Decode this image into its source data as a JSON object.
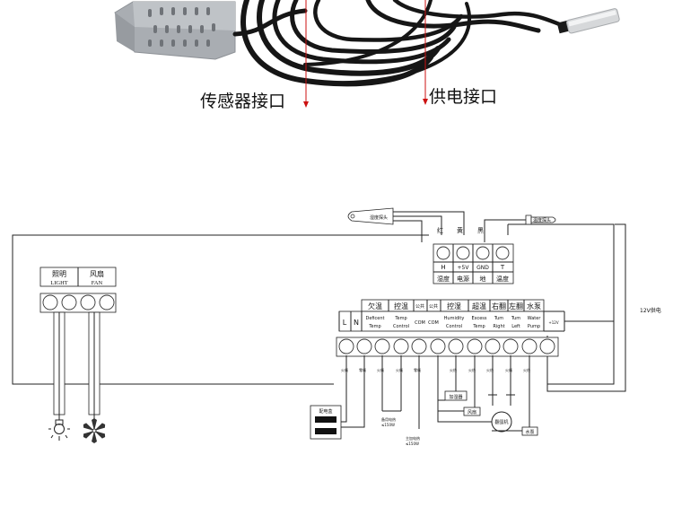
{
  "photo_labels": {
    "sensor_port": "传感器接口",
    "power_port": "供电接口"
  },
  "humidity_probe": {
    "label": "湿度探头"
  },
  "temp_probe": {
    "label": "温度探头"
  },
  "wire_colors": {
    "red": "红",
    "yellow": "黄",
    "black": "黑"
  },
  "sensor_block": {
    "terminals": [
      {
        "top": "H",
        "bottom": "湿度"
      },
      {
        "top": "+5V",
        "bottom": "电源"
      },
      {
        "top": "GND",
        "bottom": "地"
      },
      {
        "top": "T",
        "bottom": "温度"
      }
    ]
  },
  "power_12v": "12V供电",
  "light_fan": {
    "light_cn": "照明",
    "light_en": "LIGHT",
    "fan_cn": "风扇",
    "fan_en": "FAN"
  },
  "main_block": {
    "L": "L",
    "N": "N",
    "underheat_cn": "欠温",
    "underheat_en1": "Deficent",
    "underheat_en2": "Temp",
    "temp_ctrl_cn": "控温",
    "temp_ctrl_en1": "Temp",
    "temp_ctrl_en2": "Control",
    "com_cn": "公共",
    "com_en": "COM",
    "hum_ctrl_cn": "控湿",
    "hum_ctrl_en1": "Humidity",
    "hum_ctrl_en2": "Control",
    "overheat_cn": "超温",
    "overheat_en1": "Excess",
    "overheat_en2": "Temp",
    "right_cn": "右翻",
    "right_en1": "Tum",
    "right_en2": "Right",
    "left_cn": "左翻",
    "left_en1": "Tum",
    "left_en2": "Left",
    "pump_cn": "水泵",
    "pump_en1": "Water",
    "pump_en2": "Pump",
    "v12": "+12V"
  },
  "wire_tags": {
    "live": "火线",
    "neutral": "零线"
  },
  "loads": {
    "dist_box": "配电盒",
    "backup_heater_1": "备用电热",
    "backup_heater_2": "≤150W",
    "main_heater_1": "主加电热",
    "main_heater_2": "≤150W",
    "humidifier": "加湿器",
    "fan": "风扇",
    "motor": "翻蛋机",
    "pump": "水泵"
  }
}
